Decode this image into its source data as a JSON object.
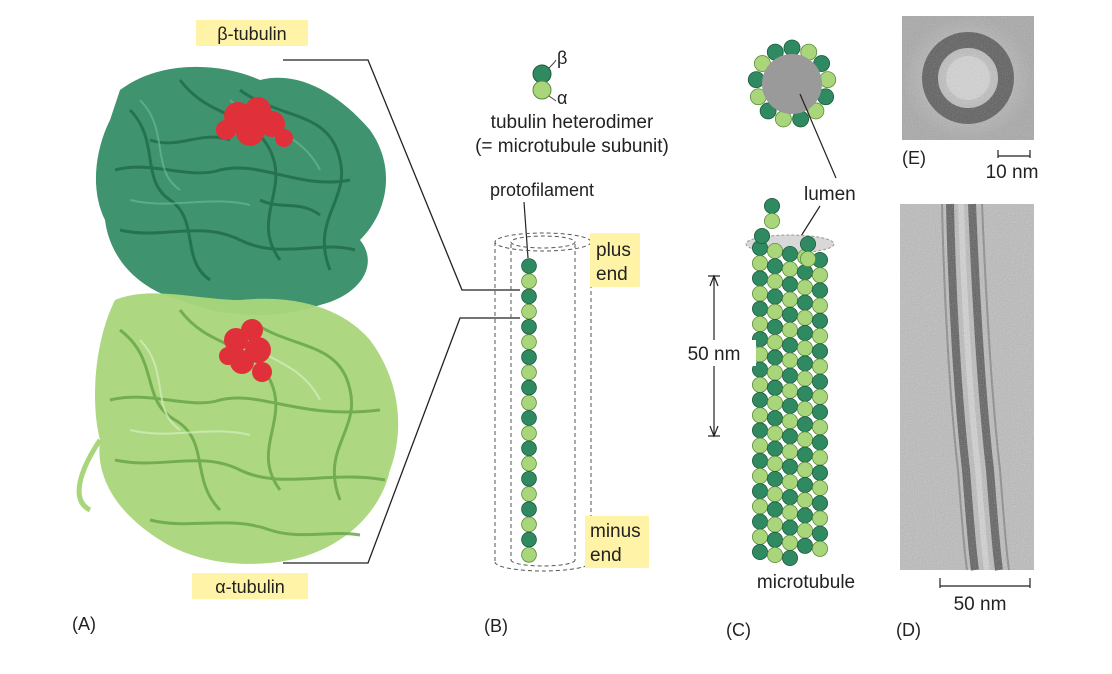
{
  "labels": {
    "beta_tubulin": "β-tubulin",
    "alpha_tubulin": "α-tubulin",
    "beta": "β",
    "alpha": "α",
    "heterodimer_line1": "tubulin heterodimer",
    "heterodimer_line2": "(= microtubule subunit)",
    "protofilament": "protofilament",
    "plus_line1": "plus",
    "plus_line2": "end",
    "minus_line1": "minus",
    "minus_line2": "end",
    "lumen": "lumen",
    "length_50nm": "50 nm",
    "microtubule": "microtubule",
    "scale_10nm": "10 nm",
    "scale_50nm": "50 nm"
  },
  "panels": {
    "A": "(A)",
    "B": "(B)",
    "C": "(C)",
    "D": "(D)",
    "E": "(E)"
  },
  "colors": {
    "dark_green": "#2f8a62",
    "light_green": "#a9d67a",
    "red": "#e0303a",
    "label_bg": "#fff3a8",
    "lumen_gray": "#9a9a9a"
  }
}
